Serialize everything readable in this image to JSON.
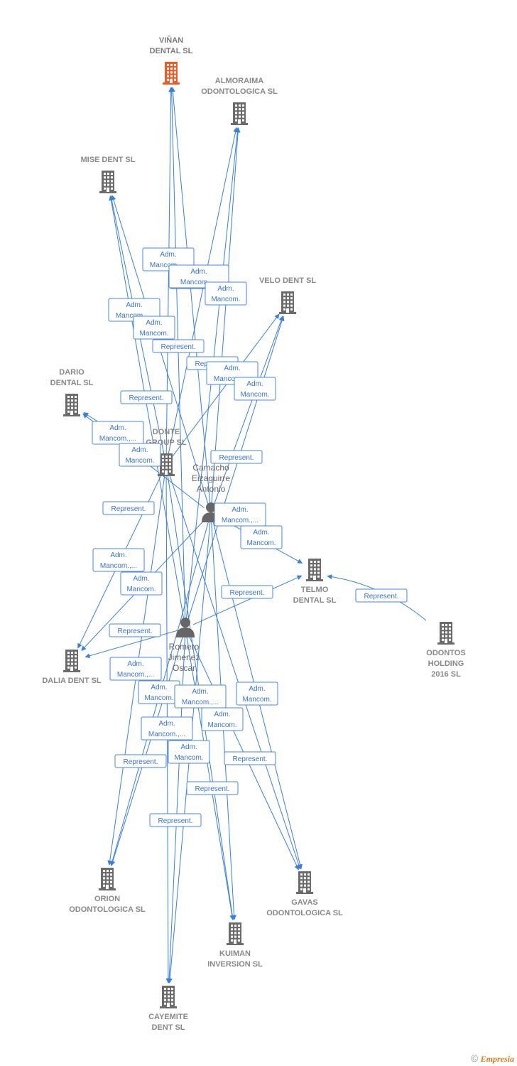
{
  "colors": {
    "edge": "#3a7fd9",
    "box_border": "#4a86dc",
    "company_icon": "#6b6b6b",
    "main_company_icon": "#f05a24",
    "person_icon": "#666666",
    "label": "#888888"
  },
  "companies": [
    {
      "id": "vinan",
      "lines": [
        "VIÑAN",
        "DENTAL  SL"
      ],
      "main": true
    },
    {
      "id": "almoraima",
      "lines": [
        "ALMORAIMA",
        "ODONTOLOGICA SL"
      ]
    },
    {
      "id": "mise",
      "lines": [
        "MISE DENT SL"
      ]
    },
    {
      "id": "velo",
      "lines": [
        "VELO DENT SL"
      ]
    },
    {
      "id": "dario",
      "lines": [
        "DARIO",
        "DENTAL SL"
      ]
    },
    {
      "id": "donte",
      "lines": [
        "DONTE",
        "GROUP  SL"
      ]
    },
    {
      "id": "telmo",
      "lines": [
        "TELMO",
        "DENTAL SL"
      ]
    },
    {
      "id": "odontos",
      "lines": [
        "ODONTOS",
        "HOLDING",
        "2016  SL"
      ]
    },
    {
      "id": "dalia",
      "lines": [
        "DALIA DENT SL"
      ]
    },
    {
      "id": "orion",
      "lines": [
        "ORION",
        "ODONTOLOGICA SL"
      ]
    },
    {
      "id": "gavas",
      "lines": [
        "GAVAS",
        "ODONTOLOGICA SL"
      ]
    },
    {
      "id": "kuiman",
      "lines": [
        "KUIMAN",
        "INVERSION SL"
      ]
    },
    {
      "id": "cayemite",
      "lines": [
        "CAYEMITE",
        "DENT SL"
      ]
    }
  ],
  "persons": [
    {
      "id": "camacho",
      "lines": [
        "Camacho",
        "Eizaguirre",
        "Antonio"
      ]
    },
    {
      "id": "romero",
      "lines": [
        "Romero",
        "Jimenez",
        "Oscar"
      ]
    }
  ],
  "edges": [
    {
      "from": "donte",
      "to": "vinan"
    },
    {
      "from": "donte",
      "to": "almoraima"
    },
    {
      "from": "donte",
      "to": "mise"
    },
    {
      "from": "donte",
      "to": "velo"
    },
    {
      "from": "donte",
      "to": "dario"
    },
    {
      "from": "donte",
      "to": "dalia"
    },
    {
      "from": "donte",
      "to": "orion"
    },
    {
      "from": "donte",
      "to": "kuiman"
    },
    {
      "from": "donte",
      "to": "cayemite"
    },
    {
      "from": "donte",
      "to": "gavas"
    },
    {
      "from": "camacho",
      "to": "vinan"
    },
    {
      "from": "camacho",
      "to": "almoraima"
    },
    {
      "from": "camacho",
      "to": "mise"
    },
    {
      "from": "camacho",
      "to": "velo"
    },
    {
      "from": "camacho",
      "to": "telmo"
    },
    {
      "from": "camacho",
      "to": "dalia"
    },
    {
      "from": "camacho",
      "to": "orion"
    },
    {
      "from": "camacho",
      "to": "kuiman"
    },
    {
      "from": "camacho",
      "to": "cayemite"
    },
    {
      "from": "camacho",
      "to": "gavas"
    },
    {
      "from": "camacho",
      "to": "dario"
    },
    {
      "from": "romero",
      "to": "vinan"
    },
    {
      "from": "romero",
      "to": "almoraima"
    },
    {
      "from": "romero",
      "to": "mise"
    },
    {
      "from": "romero",
      "to": "velo"
    },
    {
      "from": "romero",
      "to": "telmo"
    },
    {
      "from": "romero",
      "to": "dalia"
    },
    {
      "from": "romero",
      "to": "orion"
    },
    {
      "from": "romero",
      "to": "kuiman"
    },
    {
      "from": "romero",
      "to": "cayemite"
    },
    {
      "from": "romero",
      "to": "gavas"
    },
    {
      "from": "odontos",
      "to": "telmo"
    }
  ],
  "edge_labels": [
    {
      "lines": [
        "Adm.",
        "Mancom.,..."
      ]
    },
    {
      "lines": [
        "Adm.",
        "Mancom."
      ]
    },
    {
      "lines": [
        "Adm.",
        "Mancom.,..."
      ]
    },
    {
      "lines": [
        "Adm.",
        "Mancom."
      ]
    },
    {
      "lines": [
        "Adm.",
        "Mancom.,..."
      ]
    },
    {
      "lines": [
        "Adm.",
        "Mancom."
      ]
    },
    {
      "lines": [
        "Represent."
      ]
    },
    {
      "lines": [
        "Represent."
      ]
    },
    {
      "lines": [
        "Adm.",
        "Mancom.,..."
      ]
    },
    {
      "lines": [
        "Adm.",
        "Mancom."
      ]
    },
    {
      "lines": [
        "Represent."
      ]
    },
    {
      "lines": [
        "Adm.",
        "Mancom.,..."
      ]
    },
    {
      "lines": [
        "Adm.",
        "Mancom."
      ]
    },
    {
      "lines": [
        "Represent."
      ]
    },
    {
      "lines": [
        "Represent."
      ]
    },
    {
      "lines": [
        "Adm.",
        "Mancom.,..."
      ]
    },
    {
      "lines": [
        "Adm.",
        "Mancom."
      ]
    },
    {
      "lines": [
        "Adm.",
        "Mancom.,..."
      ]
    },
    {
      "lines": [
        "Adm.",
        "Mancom."
      ]
    },
    {
      "lines": [
        "Represent."
      ]
    },
    {
      "lines": [
        "Represent."
      ]
    },
    {
      "lines": [
        "Represent."
      ]
    },
    {
      "lines": [
        "Adm.",
        "Mancom.,..."
      ]
    },
    {
      "lines": [
        "Adm.",
        "Mancom."
      ]
    },
    {
      "lines": [
        "Adm.",
        "Mancom.,..."
      ]
    },
    {
      "lines": [
        "Adm.",
        "Mancom."
      ]
    },
    {
      "lines": [
        "Adm.",
        "Mancom."
      ]
    },
    {
      "lines": [
        "Adm.",
        "Mancom.,..."
      ]
    },
    {
      "lines": [
        "Adm.",
        "Mancom."
      ]
    },
    {
      "lines": [
        "Represent."
      ]
    },
    {
      "lines": [
        "Represent."
      ]
    },
    {
      "lines": [
        "Represent."
      ]
    },
    {
      "lines": [
        "Represent."
      ]
    }
  ],
  "credit": {
    "symbol": "©",
    "brand": "Empresia"
  }
}
